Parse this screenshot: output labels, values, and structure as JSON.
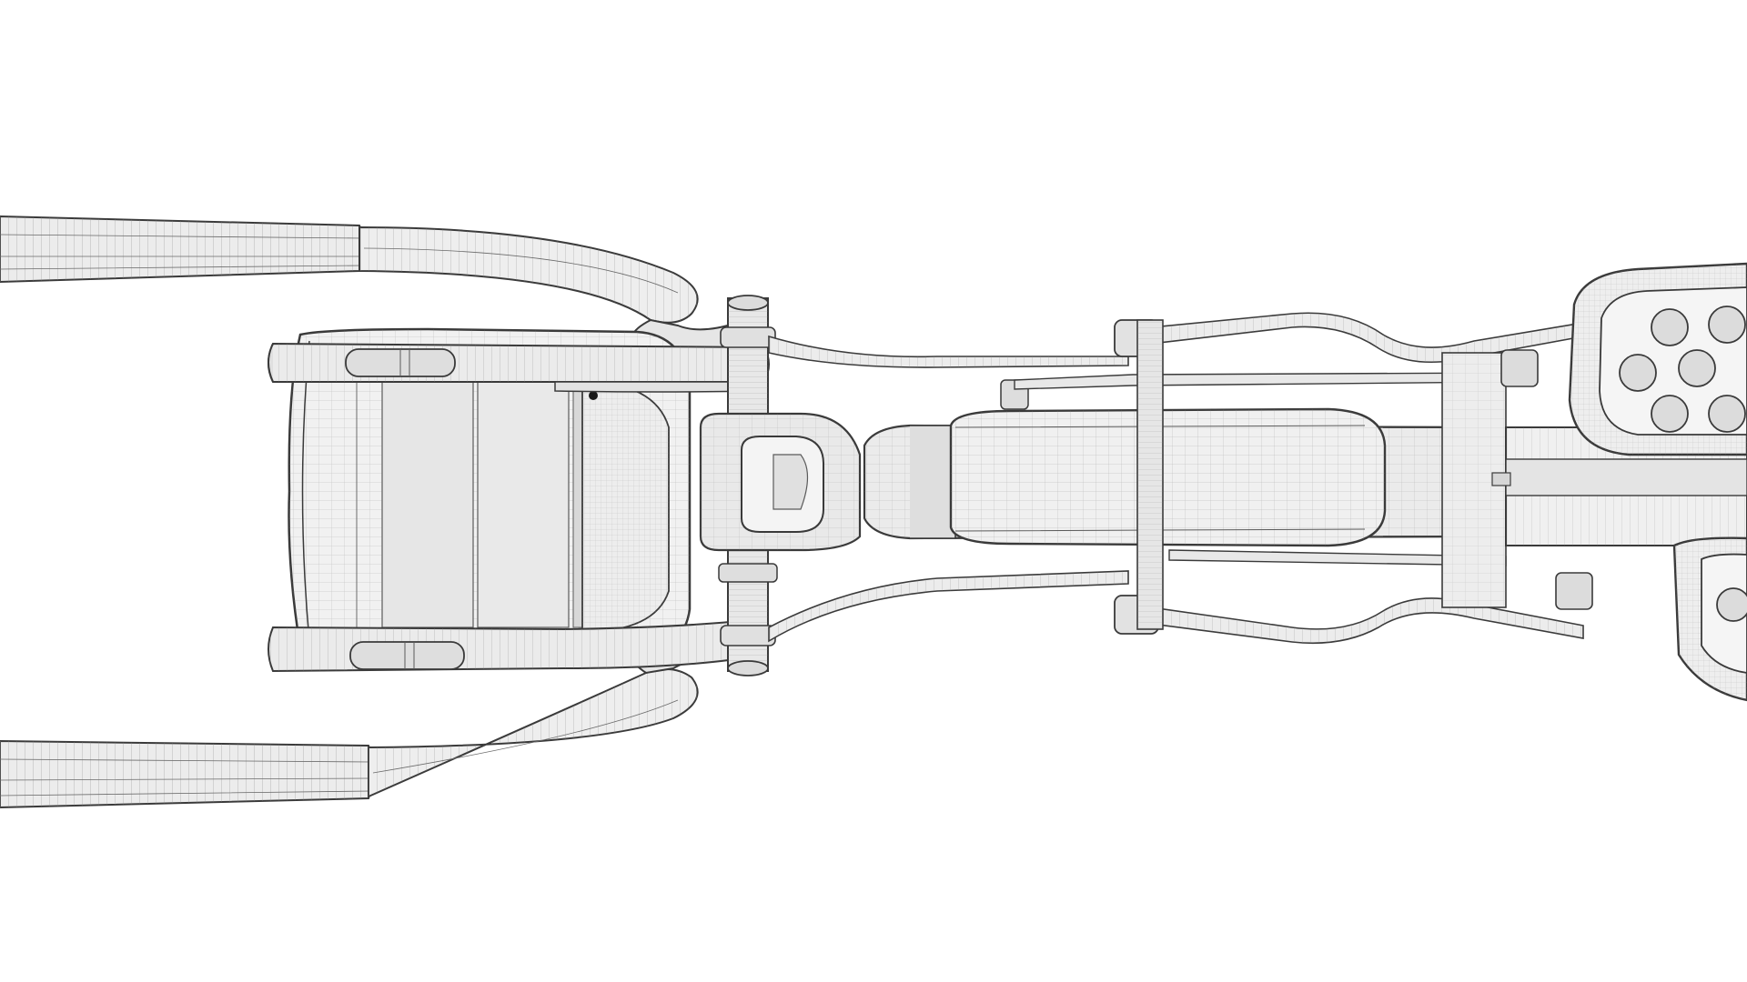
{
  "scene": {
    "subject": "elliptical-cross-trainer",
    "view": "top-down",
    "render_style": "wireframe",
    "icons": [
      "handlebar-icon",
      "console-icon",
      "flywheel-icon",
      "pedal-icon"
    ]
  },
  "colors": {
    "background": "#ffffff",
    "line": "#3a3a3a",
    "mesh": "#8a8a8a",
    "fill_light": "#f2f2f2",
    "fill_mid": "#e4e4e4",
    "fill_dark": "#d6d6d6"
  }
}
